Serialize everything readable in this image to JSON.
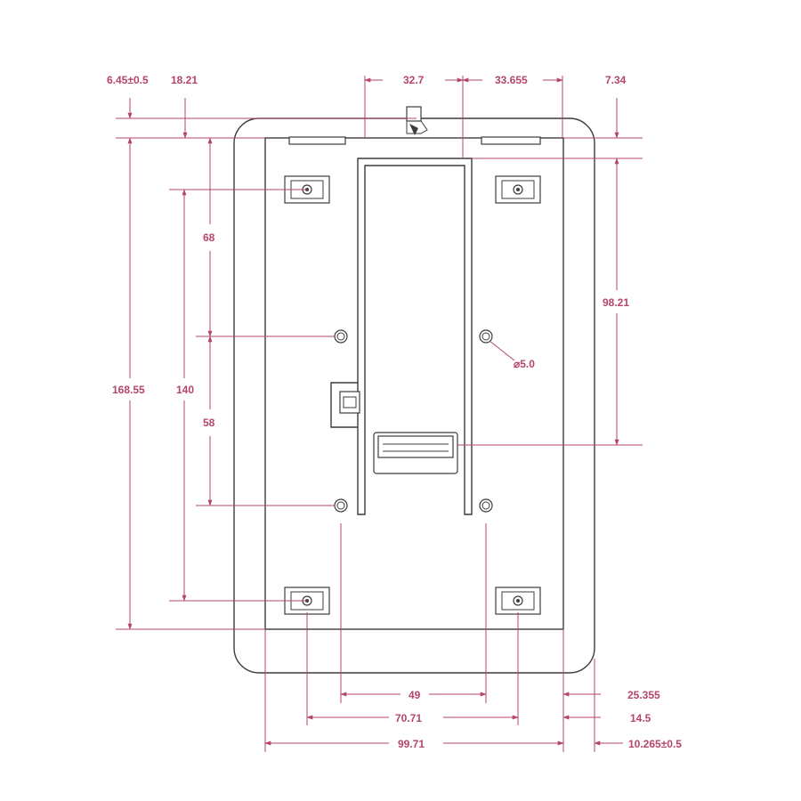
{
  "dimensions": {
    "top_left_offset": "6.45±0.5",
    "top_left_inner": "18.21",
    "top_slot_left": "32.7",
    "top_slot_right": "33.655",
    "top_right_offset": "7.34",
    "overall_height": "168.55",
    "mount_holes_vertical": "140",
    "upper_hole_spacing": "68",
    "lower_hole_spacing": "58",
    "right_vertical": "98.21",
    "hole_diameter": "⌀5.0",
    "bottom_inner_hole_spacing": "49",
    "bottom_outer_hole_spacing": "70.71",
    "bottom_overall_width": "99.71",
    "right_offset_1": "25.355",
    "right_offset_2": "14.5",
    "right_offset_3": "10.265±0.5"
  },
  "colors": {
    "dimension": "#b5446e",
    "outline": "#3c3c3c"
  }
}
